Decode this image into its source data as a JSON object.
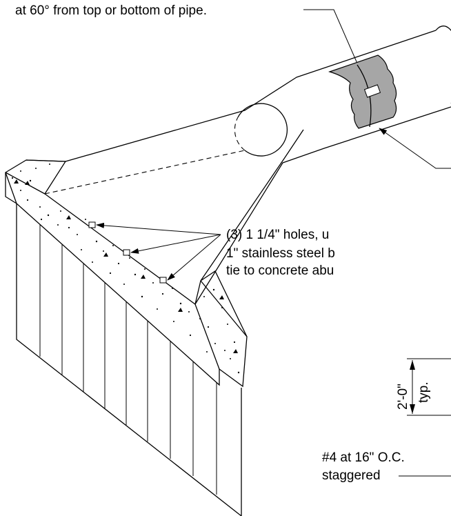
{
  "notes": {
    "top_note": "at 60° from top or bottom of pipe.",
    "holes_line1": "(3) 1 1/4\" holes, u",
    "holes_line2": "1\" stainless steel b",
    "holes_line3": "tie to concrete abu",
    "dim_value": "2'-0\"",
    "dim_typ": "typ.",
    "rebar_line1": "#4 at 16\" O.C.",
    "rebar_line2": "staggered"
  },
  "colors": {
    "ink": "#000000",
    "coupling_band": "#a6a6a6",
    "background": "#ffffff"
  }
}
